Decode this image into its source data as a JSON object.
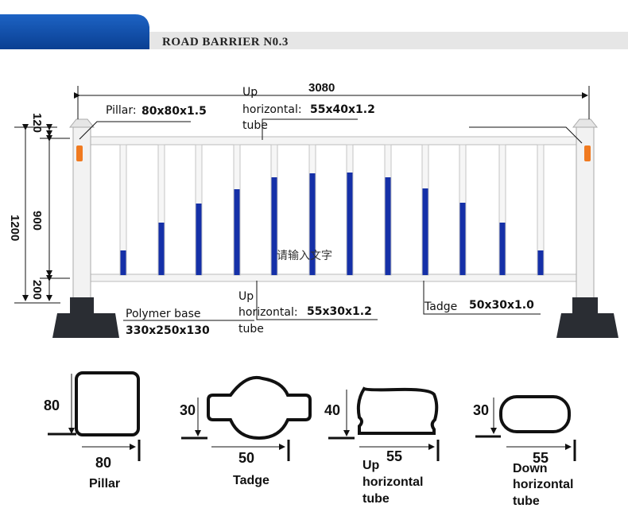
{
  "header": {
    "title": "ROAD BARRIER N0.3",
    "accent_color": "#0d4fa8"
  },
  "dimensions": {
    "total_width": "3080",
    "total_height": "1200",
    "top_segment": "120",
    "middle_segment": "900",
    "bottom_segment": "200"
  },
  "callouts": {
    "pillar_name": "Pillar:",
    "pillar_size": "80x80x1.5",
    "up_tube_line1": "Up",
    "up_tube_line2": "horizontal:",
    "up_tube_size": "55x40x1.2",
    "up_tube_line3": "tube",
    "down_tube_line1": "Up",
    "down_tube_line2": "horizontal:",
    "down_tube_size": "55x30x1.2",
    "down_tube_line3": "tube",
    "base_name": "Polymer base",
    "base_size": "330x250x130",
    "tadge_name": "Tadge",
    "tadge_size": "50x30x1.0",
    "placeholder_text": "请输入文字"
  },
  "sections": [
    {
      "height": "80",
      "width": "80",
      "caption": [
        "Pillar"
      ]
    },
    {
      "height": "30",
      "width": "50",
      "caption": [
        "Tadge"
      ]
    },
    {
      "height": "40",
      "width": "55",
      "caption": [
        "Up",
        "horizontal",
        "tube"
      ]
    },
    {
      "height": "30",
      "width": "55",
      "caption": [
        "Down",
        "horizontal",
        "tube"
      ]
    }
  ],
  "colors": {
    "blue_stripe": "#1530a8",
    "reflector": "#f07a20",
    "base": "#2a2d33"
  }
}
